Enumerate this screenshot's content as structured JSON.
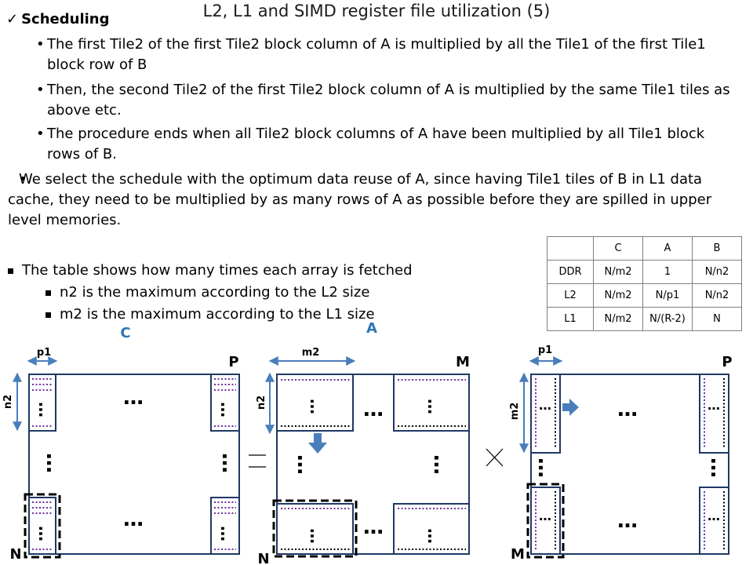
{
  "title": "L2, L1 and SIMD register file utilization (5)",
  "section": {
    "check": "✓",
    "heading": "Scheduling"
  },
  "bullets": [
    "The first Tile2 of the first Tile2 block column of A is multiplied by all the Tile1 of the first Tile1 block row of B",
    "Then, the second Tile2 of the first Tile2 block column of A is multiplied by the same Tile1 tiles as above etc.",
    "The procedure ends when all Tile2 block columns of A have been multiplied by all Tile1 block rows of B."
  ],
  "paragraph": "We select the schedule with the optimum data reuse of A, since having Tile1 tiles of B in L1 data cache, they need to be multiplied by as many rows of A as possible before they are spilled in upper level memories.",
  "notes": [
    "The table shows how many times each array is fetched",
    "n2 is the maximum according to the L2 size",
    "m2 is the maximum according to the L1 size"
  ],
  "table": {
    "header": [
      "",
      "C",
      "A",
      "B"
    ],
    "rows": [
      [
        "DDR",
        "N/m2",
        "1",
        "N/n2"
      ],
      [
        "L2",
        "N/m2",
        "N/p1",
        "N/n2"
      ],
      [
        "L1",
        "N/m2",
        "N/(R-2)",
        "N"
      ]
    ]
  },
  "figure": {
    "labels": {
      "C": "C",
      "A": "A",
      "p1": "p1",
      "m2": "m2",
      "n2": "n2",
      "P": "P",
      "M": "M",
      "N": "N",
      "dots": "…",
      "equals": "=",
      "times": "×"
    },
    "colors": {
      "arrow": "#4a7ebb",
      "dotted": "#7030a0",
      "tile_border": "#1f3864",
      "label_blue": "#2e75b6"
    }
  }
}
